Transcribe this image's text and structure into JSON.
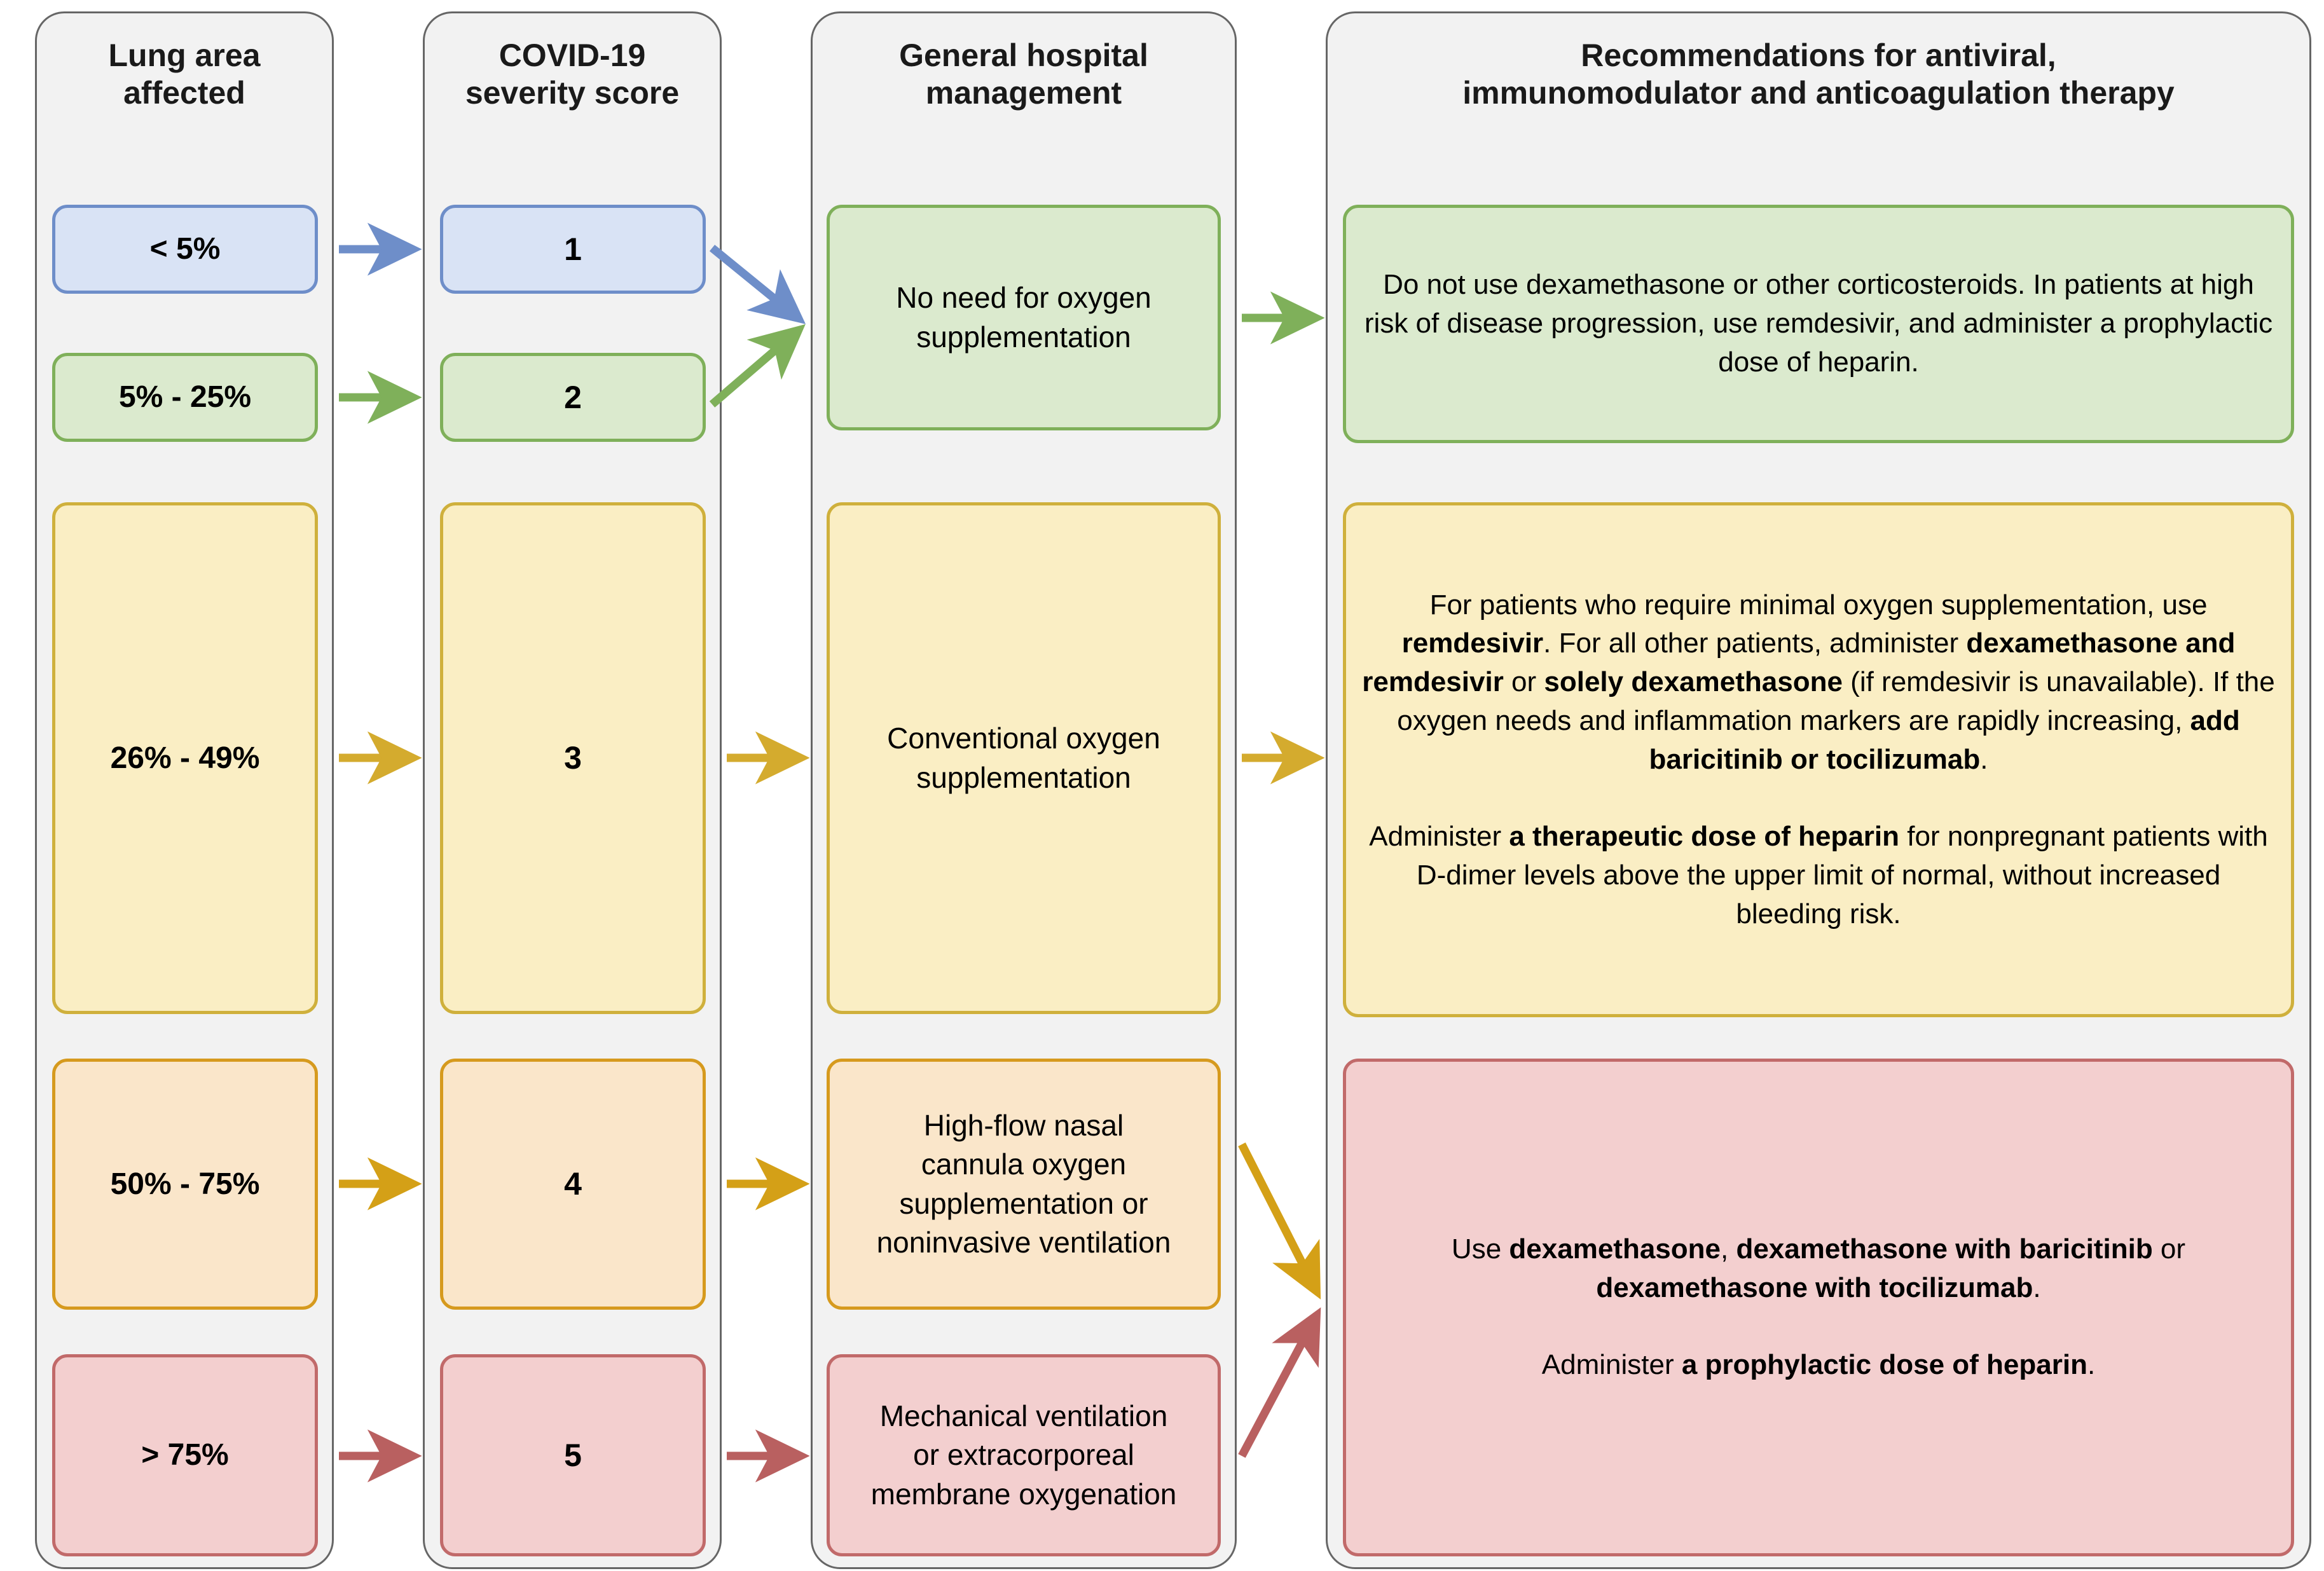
{
  "columns": [
    {
      "id": "lung-area",
      "title": "Lung area\naffected"
    },
    {
      "id": "severity-score",
      "title": "COVID-19\nseverity score"
    },
    {
      "id": "hospital-mgmt",
      "title": "General hospital\nmanagement"
    },
    {
      "id": "recommendations",
      "title": "Recommendations for antiviral,\nimmunomodulator and anticoagulation therapy"
    }
  ],
  "lung_area": [
    {
      "label": "< 5%",
      "severity": "blue"
    },
    {
      "label": "5% - 25%",
      "severity": "green"
    },
    {
      "label": "26% - 49%",
      "severity": "yellow"
    },
    {
      "label": "50% - 75%",
      "severity": "orange"
    },
    {
      "label": "> 75%",
      "severity": "red"
    }
  ],
  "severity_scores": [
    {
      "label": "1",
      "severity": "blue"
    },
    {
      "label": "2",
      "severity": "green"
    },
    {
      "label": "3",
      "severity": "yellow"
    },
    {
      "label": "4",
      "severity": "orange"
    },
    {
      "label": "5",
      "severity": "red"
    }
  ],
  "hospital_management": [
    {
      "label": "No need for oxygen\nsupplementation",
      "severity": "green"
    },
    {
      "label": "Conventional oxygen\nsupplementation",
      "severity": "yellow"
    },
    {
      "label": "High-flow nasal\ncannula oxygen\nsupplementation or\nnoninvasive ventilation",
      "severity": "orange"
    },
    {
      "label": "Mechanical ventilation\nor extracorporeal\nmembrane oxygenation",
      "severity": "red"
    }
  ],
  "recommendations": [
    {
      "severity": "green",
      "html": "Do not use dexamethasone or other corticosteroids. In patients at high risk of disease progression, use remdesivir, and administer a prophylactic dose of heparin.",
      "plain": "Do not use dexamethasone or other corticosteroids. In patients at high risk of disease progression, use remdesivir, and administer a prophylactic dose of heparin."
    },
    {
      "severity": "yellow",
      "html": "For patients who require minimal oxygen supplementation, use <b>remdesivir</b>. For all other patients, administer <b>dexamethasone and remdesivir</b> or <b>solely dexamethasone</b> (if remdesivir is unavailable). If the oxygen needs and inflammation markers are rapidly increasing, <b>add baricitinib or tocilizumab</b>.<br><br>Administer <b>a therapeutic dose of heparin</b> for nonpregnant patients with D-dimer levels above the upper limit of normal, without increased bleeding risk.",
      "plain": "For patients who require minimal oxygen supplementation, use remdesivir. For all other patients, administer dexamethasone and remdesivir or solely dexamethasone (if remdesivir is unavailable). If the oxygen needs and inflammation markers are rapidly increasing, add baricitinib or tocilizumab. Administer a therapeutic dose of heparin for nonpregnant patients with D-dimer levels above the upper limit of normal, without increased bleeding risk."
    },
    {
      "severity": "red",
      "html": "Use <b>dexamethasone</b>, <b>dexamethasone with baricitinib</b> or <b>dexamethasone with tocilizumab</b>.<br><br>Administer <b>a prophylactic dose of heparin</b>.",
      "plain": "Use dexamethasone, dexamethasone with baricitinib or dexamethasone with tocilizumab. Administer a prophylactic dose of heparin."
    }
  ],
  "colors": {
    "blue_fill": "#d9e3f5",
    "blue_stroke": "#6e8ec9",
    "green_fill": "#dbeace",
    "green_stroke": "#7fb05a",
    "yellow_fill": "#faeec4",
    "yellow_stroke": "#cfb03c",
    "orange_fill": "#fae6ca",
    "orange_stroke": "#d69a1e",
    "red_fill": "#f3cfcf",
    "red_stroke": "#c16a6a",
    "panel_fill": "#f2f2f2",
    "panel_stroke": "#666666"
  },
  "flows": [
    {
      "from": "< 5%",
      "to": "1",
      "color": "blue"
    },
    {
      "from": "5% - 25%",
      "to": "2",
      "color": "green"
    },
    {
      "from": "26% - 49%",
      "to": "3",
      "color": "yellow"
    },
    {
      "from": "50% - 75%",
      "to": "4",
      "color": "orange"
    },
    {
      "from": "> 75%",
      "to": "5",
      "color": "red"
    },
    {
      "from": "1",
      "to": "No need for oxygen supplementation",
      "color": "blue"
    },
    {
      "from": "2",
      "to": "No need for oxygen supplementation",
      "color": "green"
    },
    {
      "from": "3",
      "to": "Conventional oxygen supplementation",
      "color": "yellow"
    },
    {
      "from": "4",
      "to": "High-flow nasal cannula oxygen supplementation or noninvasive ventilation",
      "color": "orange"
    },
    {
      "from": "5",
      "to": "Mechanical ventilation or extracorporeal membrane oxygenation",
      "color": "red"
    },
    {
      "from": "No need for oxygen supplementation",
      "to": "recommendation-green",
      "color": "green"
    },
    {
      "from": "Conventional oxygen supplementation",
      "to": "recommendation-yellow",
      "color": "yellow"
    },
    {
      "from": "High-flow nasal cannula oxygen supplementation or noninvasive ventilation",
      "to": "recommendation-red",
      "color": "orange"
    },
    {
      "from": "Mechanical ventilation or extracorporeal membrane oxygenation",
      "to": "recommendation-red",
      "color": "red"
    }
  ]
}
